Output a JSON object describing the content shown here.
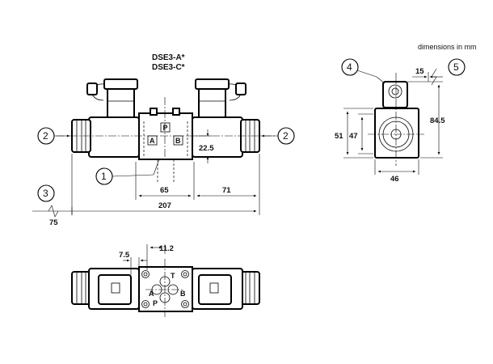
{
  "drawing": {
    "title_line1": "DSE3-A*",
    "title_line2": "DSE3-C*",
    "units_note": "dimensions in mm",
    "callouts": [
      "1",
      "2",
      "3",
      "4",
      "5"
    ],
    "ports": {
      "p": "P",
      "a": "A",
      "b": "B",
      "t": "T"
    },
    "dimensions": {
      "height_center": "22.5",
      "center_to_a": "65",
      "center_to_b": "71",
      "overall_length": "207",
      "coil_removal": "75",
      "side_width_47": "47",
      "side_width_51": "51",
      "side_height": "84.5",
      "side_offset": "15",
      "side_base": "46",
      "bottom_7_5": "7.5",
      "bottom_11_2": "11.2"
    }
  }
}
